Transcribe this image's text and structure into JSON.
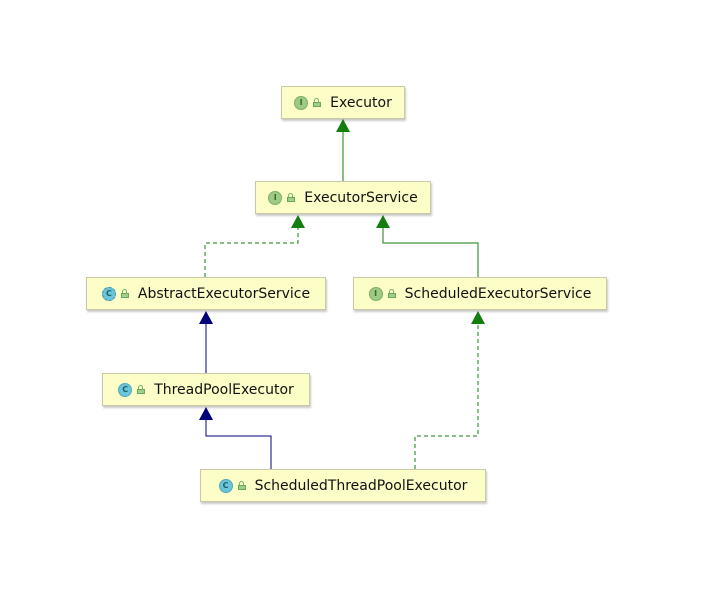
{
  "colors": {
    "node_fill": "#fdfdc7",
    "node_border": "#c9c9a6",
    "interface_edge": "#137d0e",
    "class_edge": "#00007c"
  },
  "nodes": {
    "executor": {
      "label": "Executor",
      "kind": "interface",
      "kind_letter": "I"
    },
    "executor_service": {
      "label": "ExecutorService",
      "kind": "interface",
      "kind_letter": "I"
    },
    "abstract_executor_service": {
      "label": "AbstractExecutorService",
      "kind": "abstract-class",
      "kind_letter": "C"
    },
    "scheduled_executor_service": {
      "label": "ScheduledExecutorService",
      "kind": "interface",
      "kind_letter": "I"
    },
    "thread_pool_executor": {
      "label": "ThreadPoolExecutor",
      "kind": "class",
      "kind_letter": "C"
    },
    "scheduled_thread_pool_executor": {
      "label": "ScheduledThreadPoolExecutor",
      "kind": "class",
      "kind_letter": "C"
    }
  },
  "edges": [
    {
      "from": "executor_service",
      "to": "executor",
      "relation": "extends",
      "style": "solid-green"
    },
    {
      "from": "abstract_executor_service",
      "to": "executor_service",
      "relation": "implements",
      "style": "dashed-green"
    },
    {
      "from": "scheduled_executor_service",
      "to": "executor_service",
      "relation": "extends",
      "style": "solid-green"
    },
    {
      "from": "thread_pool_executor",
      "to": "abstract_executor_service",
      "relation": "extends",
      "style": "solid-blue"
    },
    {
      "from": "scheduled_thread_pool_executor",
      "to": "thread_pool_executor",
      "relation": "extends",
      "style": "solid-blue"
    },
    {
      "from": "scheduled_thread_pool_executor",
      "to": "scheduled_executor_service",
      "relation": "implements",
      "style": "dashed-green"
    }
  ]
}
